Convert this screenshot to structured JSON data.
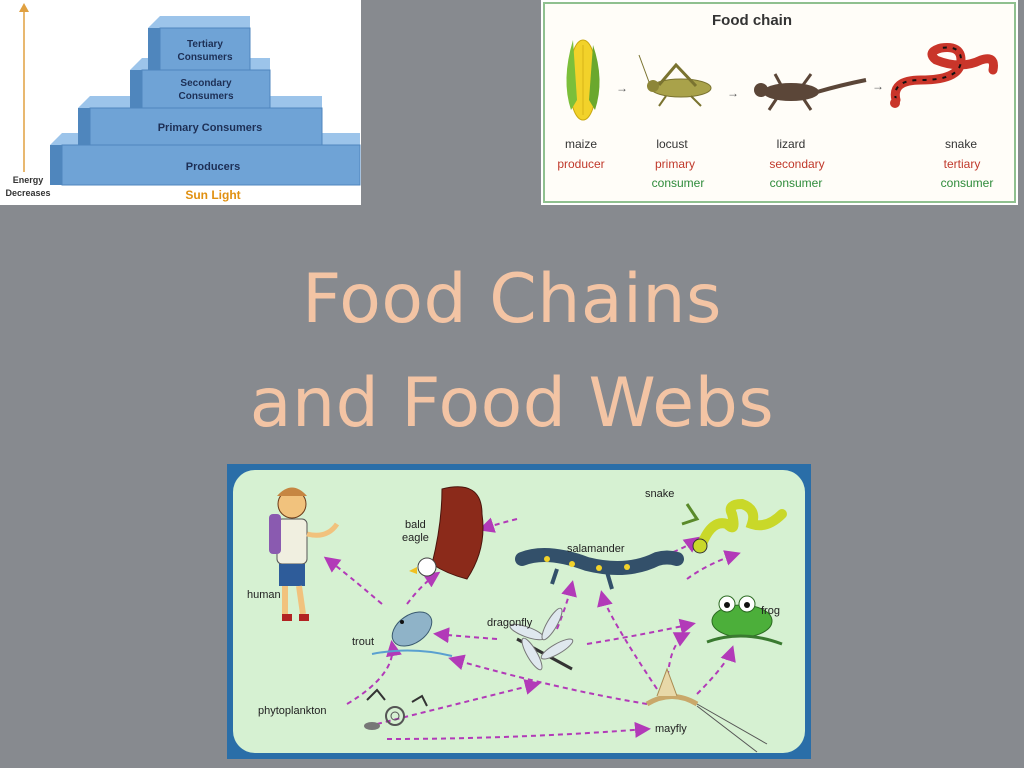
{
  "slide": {
    "title_line_1": "Food Chains",
    "title_line_2": "and Food Webs",
    "background_color": "#878a8f",
    "title_color": "#f3c4a4"
  },
  "pyramid": {
    "levels": [
      "Tertiary Consumers",
      "Secondary Consumers",
      "Primary Consumers",
      "Producers"
    ],
    "tertiary_line_1": "Tertiary",
    "tertiary_line_2": "Consumers",
    "secondary_line_1": "Secondary",
    "secondary_line_2": "Consumers",
    "primary": "Primary Consumers",
    "producers": "Producers",
    "base": "Sun Light",
    "axis_line_1": "Energy",
    "axis_line_2": "Decreases",
    "block_color": "#6fa3d6",
    "base_color": "#f0a020"
  },
  "food_chain": {
    "title": "Food chain",
    "organisms": [
      {
        "name": "maize",
        "role": "producer",
        "role_line_2": ""
      },
      {
        "name": "locust",
        "role": "primary",
        "role_line_2": "consumer"
      },
      {
        "name": "lizard",
        "role": "secondary",
        "role_line_2": "consumer"
      },
      {
        "name": "snake",
        "role": "tertiary",
        "role_line_2": "consumer"
      }
    ],
    "role_color": "#c0392b",
    "consumer_color": "#2e8b3a",
    "icons": [
      "maize-icon",
      "locust-icon",
      "lizard-icon",
      "snake-icon"
    ]
  },
  "food_web": {
    "labels": {
      "human": "human",
      "bald_line_1": "bald",
      "bald_line_2": "eagle",
      "salamander": "salamander",
      "snake": "snake",
      "trout": "trout",
      "dragonfly": "dragonfly",
      "frog": "frog",
      "phytoplankton": "phytoplankton",
      "mayfly": "mayfly"
    },
    "arrow_color": "#b23ab8",
    "background_color": "#d6f1d2",
    "frame_color": "#2a6ea8"
  }
}
